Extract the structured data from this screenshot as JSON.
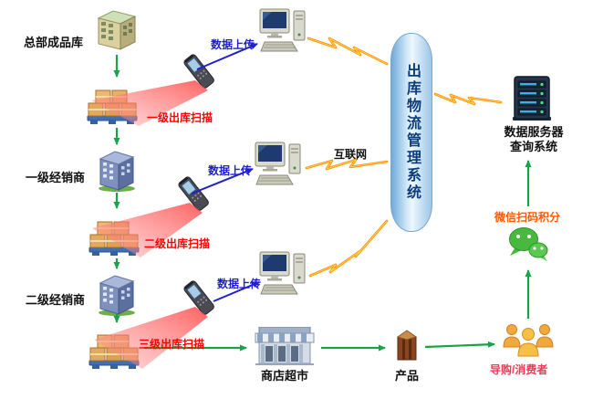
{
  "labels": {
    "hq_warehouse": "总部成品库",
    "distributor1": "一级经销商",
    "distributor2": "二级经销商",
    "scan1": "一级出库扫描",
    "scan2": "二级出库扫描",
    "scan3": "三级出库扫描",
    "upload1": "数据上传",
    "upload2": "数据上传",
    "upload3": "数据上传",
    "internet": "互联网",
    "system": "出库物流管理系统",
    "server": "数据服务器\n查询系统",
    "wechat_points": "微信扫码积分",
    "store": "商店超市",
    "product": "产品",
    "consumer": "导购/消费者"
  },
  "colors": {
    "arrow-green": "#17a34a",
    "upload-blue": "#2020cc",
    "scan-red": "#ff0000",
    "wechat-orange": "#ff5a00",
    "consumer-red": "#ff3355",
    "label-black": "#111111",
    "lightning-orange": "#ff8800",
    "lightning-yellow": "#ffd24d",
    "beam-red": "#ff5a5a",
    "capsule-text": "#0b3d7a",
    "wechat-green": "#48b83e"
  },
  "icons": {
    "warehouse": "warehouse-building-icon",
    "pallet": "pallet-boxes-icon",
    "scanner": "handheld-scanner-icon",
    "computer": "desktop-computer-icon",
    "lightning": "lightning-link-icon",
    "building": "distributor-building-icon",
    "capsule": "system-cylinder",
    "server": "server-rack-icon",
    "wechat": "wechat-icon",
    "store": "storefront-icon",
    "product": "product-box-icon",
    "people": "consumers-group-icon"
  }
}
